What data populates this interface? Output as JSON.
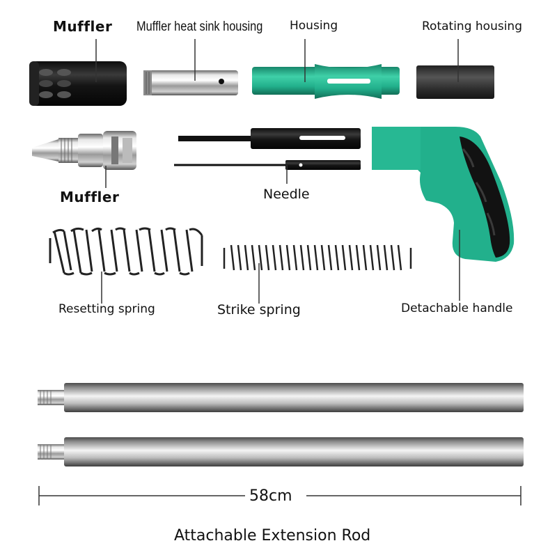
{
  "labels": {
    "muffler_top": "Muffler",
    "muffler_heat_sink_housing": "Muffler heat sink housing",
    "housing": "Housing",
    "rotating_housing": "Rotating housing",
    "muffler_bottom": "Muffler",
    "needle": "Needle",
    "resetting_spring": "Resetting spring",
    "strike_spring": "Strike spring",
    "detachable_handle": "Detachable handle",
    "rod_length": "58cm",
    "extension_rod": "Attachable Extension Rod"
  },
  "colors": {
    "accent_green": "#22b08c",
    "dark_green": "#17866a",
    "black_part": "#1a1a1a",
    "leader_line": "#333333"
  }
}
